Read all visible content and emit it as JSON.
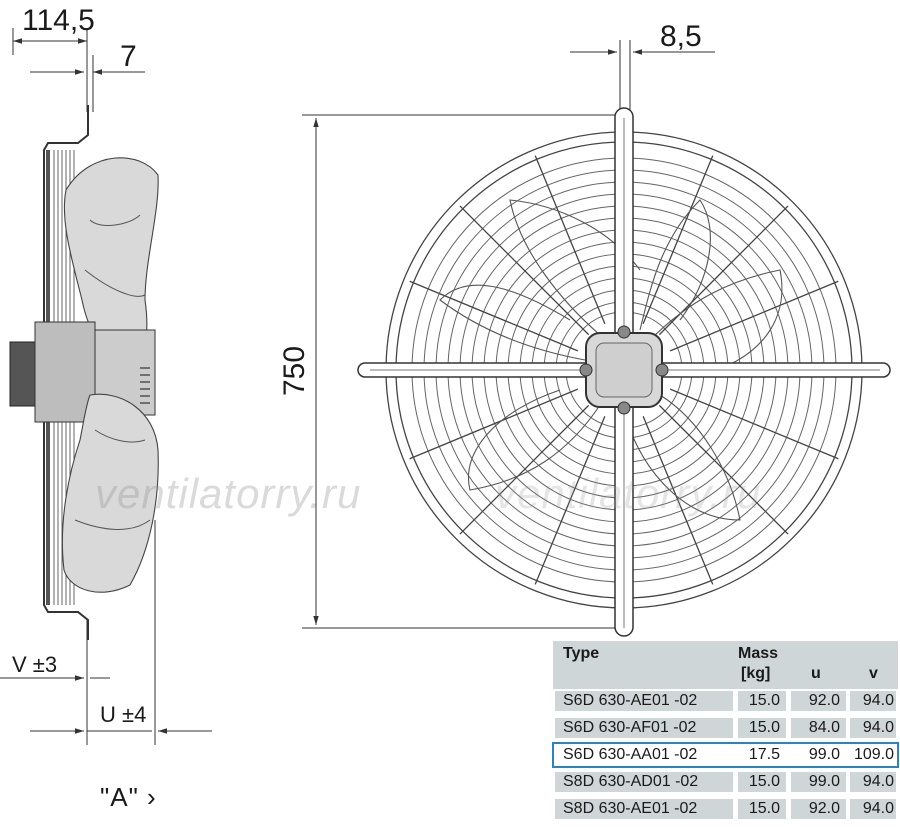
{
  "dimensions": {
    "depth_total": "114,5",
    "flange_offset": "7",
    "grill_offset": "8,5",
    "diameter": "750",
    "v_label": "V ±3",
    "u_label": "U ±4"
  },
  "view_label": "\"A\" ›",
  "watermark": "ventilatorry.ru",
  "table": {
    "headers": {
      "type": "Type",
      "mass": "Mass",
      "mass_unit": "[kg]",
      "u": "u",
      "v": "v"
    },
    "rows": [
      {
        "type": "S6D  630-AE01  -02",
        "mass": "15.0",
        "u": "92.0",
        "v": "94.0",
        "highlighted": false
      },
      {
        "type": "S6D  630-AF01  -02",
        "mass": "15.0",
        "u": "84.0",
        "v": "94.0",
        "highlighted": false
      },
      {
        "type": "S6D  630-AA01  -02",
        "mass": "17.5",
        "u": "99.0",
        "v": "109.0",
        "highlighted": true
      },
      {
        "type": "S8D  630-AD01  -02",
        "mass": "15.0",
        "u": "99.0",
        "v": "94.0",
        "highlighted": false
      },
      {
        "type": "S8D  630-AE01  -02",
        "mass": "15.0",
        "u": "92.0",
        "v": "94.0",
        "highlighted": false
      }
    ]
  },
  "colors": {
    "table_cell": "#cfd6d8",
    "highlight_border": "#2a83c4",
    "line": "#333333"
  }
}
